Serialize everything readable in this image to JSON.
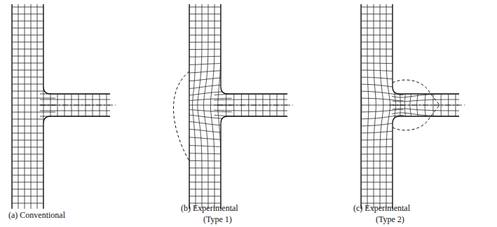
{
  "diagram": {
    "labels": [
      "(a) Conventional",
      "(b) Experimental",
      "(Type 1)",
      "(c) Experimental",
      "(Type 2)"
    ]
  }
}
